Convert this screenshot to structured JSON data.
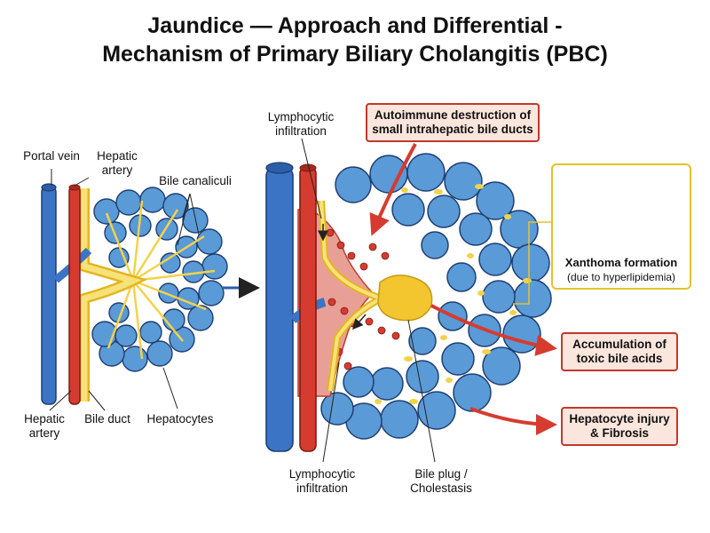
{
  "title": {
    "line1": "Jaundice — Approach and Differential -",
    "line2": "Mechanism of Primary Biliary Cholangitis (PBC)"
  },
  "normal_panel": {
    "portal_vein": "Portal vein",
    "hepatic_artery_top": [
      "Hepatic",
      "artery"
    ],
    "bile_canaliculi": "Bile canaliculi",
    "hepatic_artery_bottom": [
      "Hepatic",
      "artery"
    ],
    "bile_duct": "Bile duct",
    "hepatocytes": "Hepatocytes"
  },
  "pbc_panel": {
    "lymphocytic_top": [
      "Lymphocytic",
      "infiltration"
    ],
    "lymphocytic_bottom": [
      "Lymphocytic",
      "infiltration"
    ],
    "bile_plug": [
      "Bile plug /",
      "Cholestasis"
    ]
  },
  "callouts": {
    "autoimmune": [
      "Autoimmune destruction of",
      "small intrahepatic bile ducts"
    ],
    "xanthoma_title": "Xanthoma formation",
    "xanthoma_sub": "(due to hyperlipidemia)",
    "toxic": [
      "Accumulation of",
      "toxic bile acids"
    ],
    "injury": [
      "Hepatocyte injury",
      "& Fibrosis"
    ]
  },
  "colors": {
    "vein": "#3b74c4",
    "artery": "#d63b2f",
    "bile": "#f3d24a",
    "hepatocyte": "#5a9ad6",
    "callout_border": "#c0392b",
    "callout_fill": "#fbe6dd",
    "xanthoma_border": "#e6c12b"
  }
}
